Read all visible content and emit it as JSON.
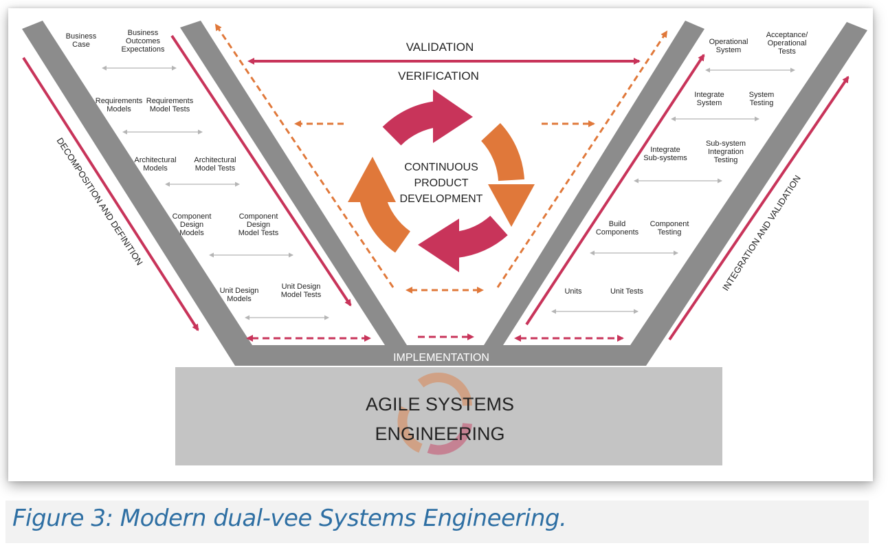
{
  "diagram": {
    "top_labels": {
      "validation": "VALIDATION",
      "verification": "VERIFICATION"
    },
    "center": {
      "line1": "CONTINUOUS",
      "line2": "PRODUCT",
      "line3": "DEVELOPMENT"
    },
    "diagonal_labels": {
      "left": "DECOMPOSITION AND DEFINITION",
      "right": "INTEGRATION AND VALIDATION"
    },
    "bottom": {
      "implementation": "IMPLEMENTATION",
      "agile_line1": "AGILE SYSTEMS",
      "agile_line2": "ENGINEERING"
    },
    "left_pairs": [
      {
        "a": [
          "Business",
          "Case"
        ],
        "b": [
          "Business",
          "Outcomes",
          "Expectations"
        ]
      },
      {
        "a": [
          "Requirements",
          "Models"
        ],
        "b": [
          "Requirements",
          "Model Tests"
        ]
      },
      {
        "a": [
          "Architectural",
          "Models"
        ],
        "b": [
          "Architectural",
          "Model Tests"
        ]
      },
      {
        "a": [
          "Component",
          "Design",
          "Models"
        ],
        "b": [
          "Component",
          "Design",
          "Model Tests"
        ]
      },
      {
        "a": [
          "Unit Design",
          "Models"
        ],
        "b": [
          "Unit Design",
          "Model Tests"
        ]
      }
    ],
    "right_pairs": [
      {
        "a": [
          "Operational",
          "System"
        ],
        "b": [
          "Acceptance/",
          "Operational",
          "Tests"
        ]
      },
      {
        "a": [
          "Integrate",
          "System"
        ],
        "b": [
          "System",
          "Testing"
        ]
      },
      {
        "a": [
          "Integrate",
          "Sub-systems"
        ],
        "b": [
          "Sub-system",
          "Integration",
          "Testing"
        ]
      },
      {
        "a": [
          "Build",
          "Components"
        ],
        "b": [
          "Component",
          "Testing"
        ]
      },
      {
        "a": [
          "Units"
        ],
        "b": [
          "Unit Tests"
        ]
      }
    ],
    "colors": {
      "vee_gray": "#8c8c8c",
      "crimson": "#c8345a",
      "orange": "#e0783a",
      "box_gray": "#c4c4c4",
      "text_dark": "#222222"
    }
  },
  "caption": "Figure 3: Modern dual-vee Systems Engineering."
}
